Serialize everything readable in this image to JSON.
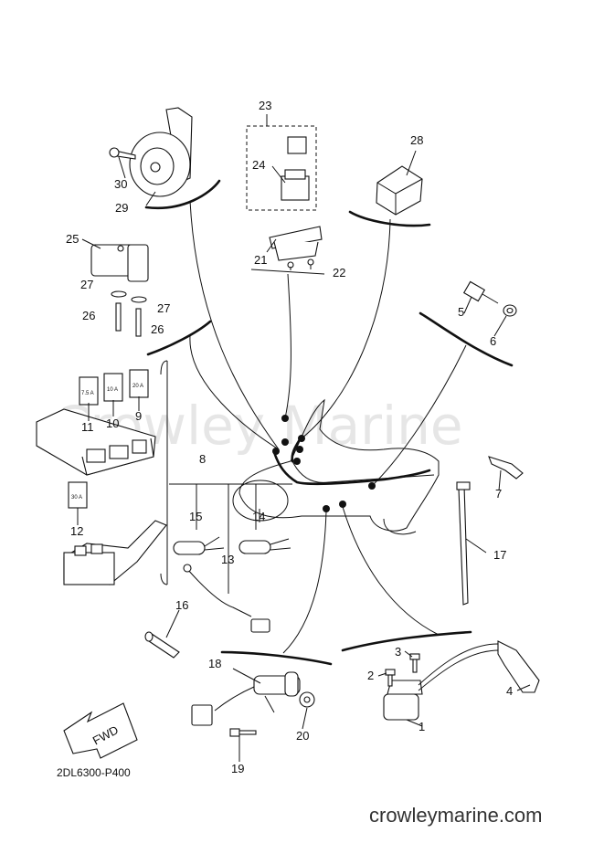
{
  "watermark": "Crowley Marine",
  "footer_code": "2DL6300-P400",
  "site": "crowleymarine.com",
  "fwd_label": "FWD",
  "fuse_ratings": {
    "f11": "7.5 A",
    "f10": "10 A",
    "f9": "20 A",
    "f12": "30 A"
  },
  "callouts": {
    "c1": "1",
    "c2": "2",
    "c3": "3",
    "c4": "4",
    "c5": "5",
    "c6": "6",
    "c7": "7",
    "c8": "8",
    "c9": "9",
    "c10": "10",
    "c11": "11",
    "c12": "12",
    "c13": "13",
    "c14": "14",
    "c15": "15",
    "c16": "16",
    "c17": "17",
    "c18": "18",
    "c19": "19",
    "c20": "20",
    "c21": "21",
    "c22": "22",
    "c23": "23",
    "c24": "24",
    "c25": "25",
    "c26a": "26",
    "c26b": "26",
    "c27a": "27",
    "c27b": "27",
    "c28": "28",
    "c29": "29",
    "c30": "30"
  }
}
